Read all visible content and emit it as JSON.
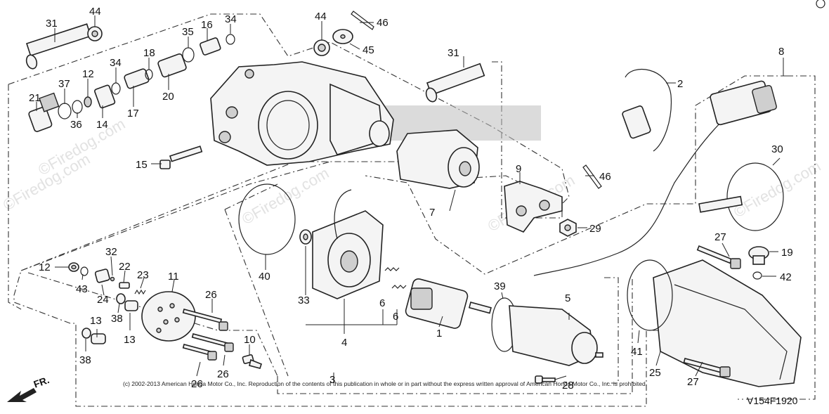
{
  "copyright": "(c) 2002-2013 American Honda Motor Co., Inc. Reproduction of the contents of this publication in whole or in part without the express written approval of American Honda Motor Co., Inc. is prohibited.",
  "diagram_code": "V154F1920",
  "watermark": "©Firedog.com",
  "fr_label": "FR.",
  "callouts": {
    "c1": "1",
    "c2": "2",
    "c3": "3",
    "c4": "4",
    "c5": "5",
    "c6a": "6",
    "c6b": "6",
    "c7": "7",
    "c8": "8",
    "c9": "9",
    "c10": "10",
    "c11": "11",
    "c12a": "12",
    "c12b": "12",
    "c13a": "13",
    "c13b": "13",
    "c14": "14",
    "c15": "15",
    "c16": "16",
    "c17": "17",
    "c18": "18",
    "c19": "19",
    "c20": "20",
    "c21": "21",
    "c22": "22",
    "c23": "23",
    "c24": "24",
    "c25": "25",
    "c26a": "26",
    "c26b": "26",
    "c26c": "26",
    "c27a": "27",
    "c27b": "27",
    "c28": "28",
    "c29": "29",
    "c30": "30",
    "c31a": "31",
    "c31b": "31",
    "c32": "32",
    "c33": "33",
    "c34a": "34",
    "c34b": "34",
    "c35": "35",
    "c36": "36",
    "c37": "37",
    "c38a": "38",
    "c38b": "38",
    "c39": "39",
    "c40": "40",
    "c41": "41",
    "c42": "42",
    "c43": "43",
    "c44a": "44",
    "c44b": "44",
    "c45": "45",
    "c46a": "46",
    "c46b": "46"
  }
}
